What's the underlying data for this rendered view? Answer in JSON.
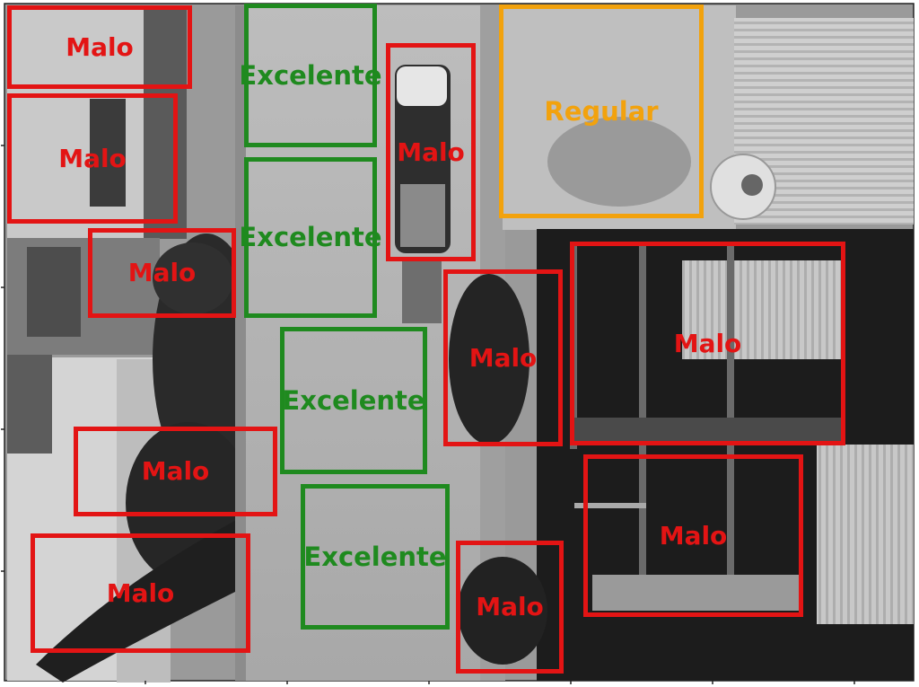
{
  "image": {
    "kind": "aerial grayscale photo of a street with buildings, annotated with rating boxes",
    "annotations": [
      {
        "label": "Malo",
        "class": "malo"
      },
      {
        "label": "Malo",
        "class": "malo"
      },
      {
        "label": "Excelente",
        "class": "excelente"
      },
      {
        "label": "Malo",
        "class": "malo"
      },
      {
        "label": "Regular",
        "class": "regular"
      },
      {
        "label": "Excelente",
        "class": "excelente"
      },
      {
        "label": "Malo",
        "class": "malo"
      },
      {
        "label": "Malo",
        "class": "malo"
      },
      {
        "label": "Malo",
        "class": "malo"
      },
      {
        "label": "Excelente",
        "class": "excelente"
      },
      {
        "label": "Malo",
        "class": "malo"
      },
      {
        "label": "Malo",
        "class": "malo"
      },
      {
        "label": "Malo",
        "class": "malo"
      },
      {
        "label": "Excelente",
        "class": "excelente"
      },
      {
        "label": "Malo",
        "class": "malo"
      }
    ]
  },
  "colors": {
    "malo": "#e31414",
    "excelente": "#1f8a1f",
    "regular": "#f2a20d"
  }
}
